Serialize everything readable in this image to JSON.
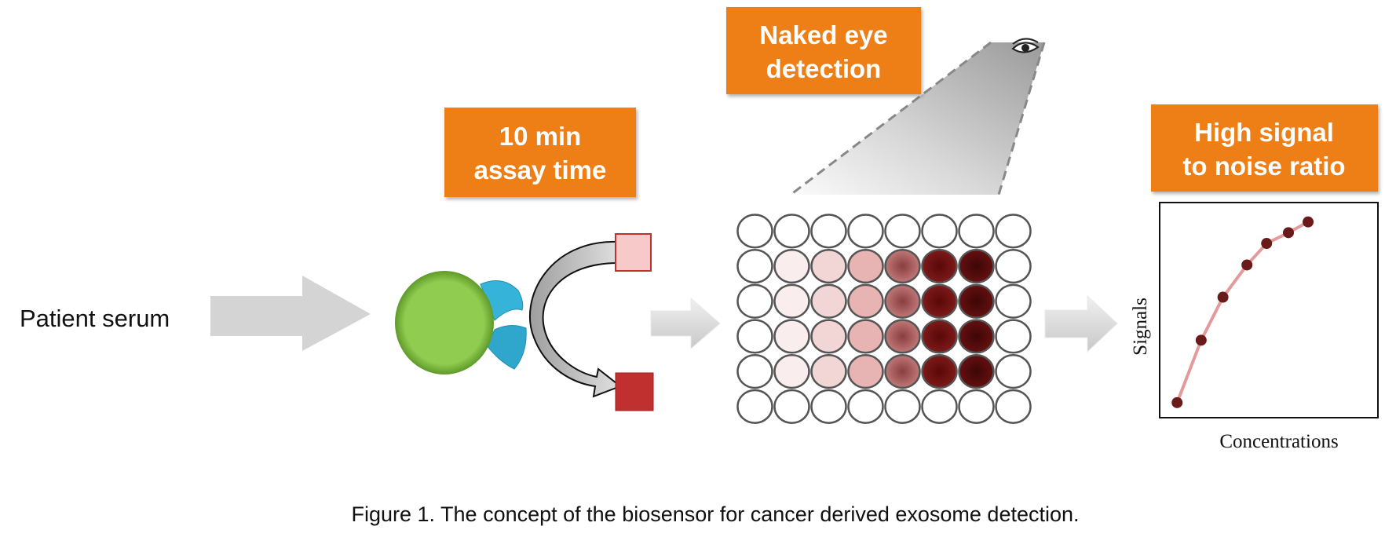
{
  "input_label": "Patient serum",
  "callouts": {
    "assay": {
      "line1": "10 min",
      "line2": "assay time"
    },
    "detection": {
      "line1": "Naked eye",
      "line2": "detection"
    },
    "signal": {
      "line1": "High signal",
      "line2": "to noise ratio"
    }
  },
  "caption": "Figure 1. The concept of the biosensor for cancer derived exosome detection.",
  "colors": {
    "callout": "#ee7f12",
    "cell": "#8fcc4f",
    "antibody": "#36b3d9",
    "substrate": "#f7c9c9",
    "product": "#c0302e",
    "data_point": "#6b1a1a",
    "fit_line": "#e39a9a"
  },
  "well_plate": {
    "rows": 6,
    "columns": 8,
    "column_colors": [
      "#ffffff",
      "#f9eded",
      "#f2d5d5",
      "#e7b3b3",
      "#a85656",
      "#7a1414",
      "#5c0c0c",
      "#ffffff"
    ],
    "filled_rows": [
      1,
      2,
      3,
      4
    ]
  },
  "icons": [
    "eye-icon",
    "arrow-right-icon",
    "curved-arrow-icon"
  ],
  "chart_data": {
    "type": "line",
    "xlabel": "Concentrations",
    "ylabel": "Signals",
    "xlim": [
      0,
      1
    ],
    "ylim": [
      0,
      1
    ],
    "grid": false,
    "points": [
      {
        "x": 0.08,
        "y": 0.07
      },
      {
        "x": 0.19,
        "y": 0.36
      },
      {
        "x": 0.29,
        "y": 0.56
      },
      {
        "x": 0.4,
        "y": 0.71
      },
      {
        "x": 0.49,
        "y": 0.81
      },
      {
        "x": 0.59,
        "y": 0.86
      },
      {
        "x": 0.68,
        "y": 0.91
      }
    ]
  }
}
